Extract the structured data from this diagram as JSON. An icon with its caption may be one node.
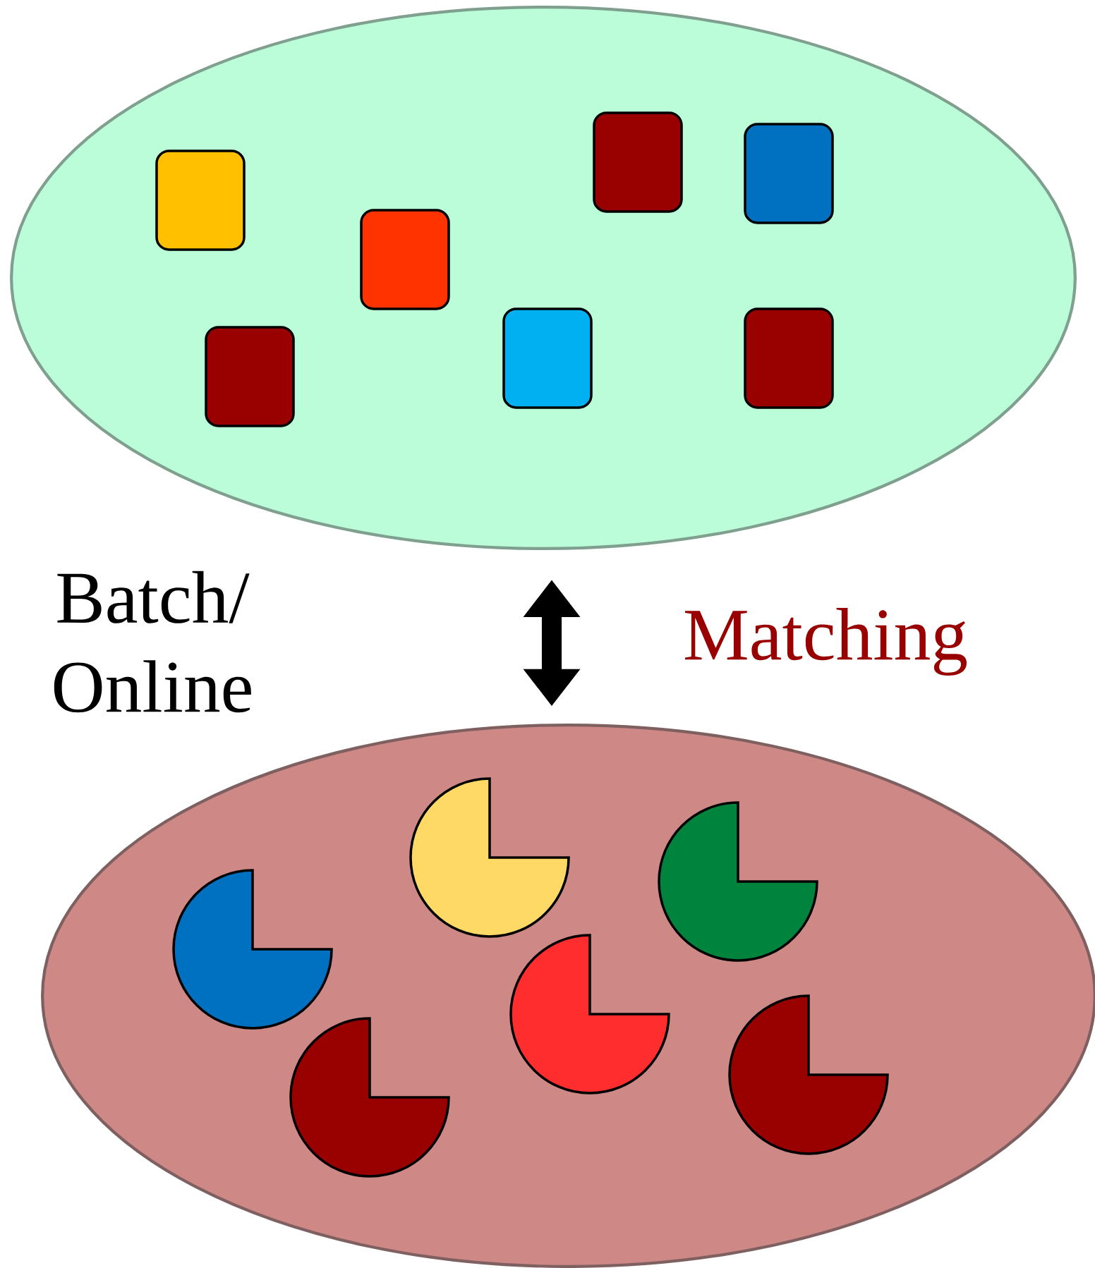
{
  "diagram": {
    "nodes": [
      {
        "text": [],
        "shape": "ellipse"
      },
      {
        "text": [],
        "shape": "ellipse"
      }
    ],
    "edges": [
      {
        "from": 0,
        "to": 1,
        "arrow": "both"
      }
    ],
    "labels": [
      "Batch/ Online",
      "Matching"
    ]
  }
}
